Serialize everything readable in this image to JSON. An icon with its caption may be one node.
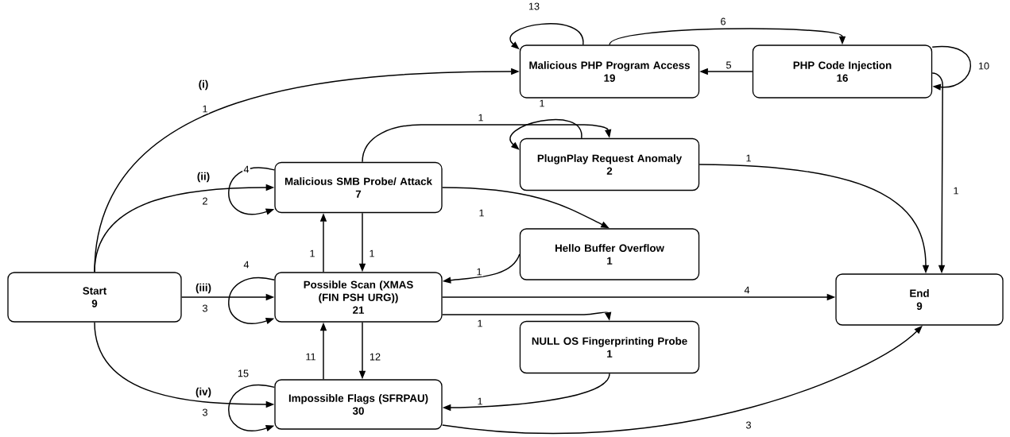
{
  "diagram": {
    "nodes": [
      {
        "text": [
          "Start",
          "9"
        ]
      },
      {
        "text": [
          "Malicious PHP Program Access",
          "19"
        ]
      },
      {
        "text": [
          "PHP Code Injection",
          "16"
        ]
      },
      {
        "text": [
          "PlugnPlay Request Anomaly",
          "2"
        ]
      },
      {
        "text": [
          "Malicious SMB Probe/ Attack",
          "7"
        ]
      },
      {
        "text": [
          "Hello Buffer Overflow",
          "1"
        ]
      },
      {
        "text": [
          "Possible Scan (XMAS (FIN PSH URG))",
          "21"
        ]
      },
      {
        "text": [
          "NULL OS Fingerprinting Probe",
          "1"
        ]
      },
      {
        "text": [
          "Impossible Flags (SFRPAU)",
          "30"
        ]
      },
      {
        "text": [
          "End",
          "9"
        ]
      }
    ],
    "edges": [
      {
        "from": 0,
        "to": 1,
        "arrow": "to",
        "label": "1"
      },
      {
        "from": 0,
        "to": 4,
        "arrow": "to",
        "label": "2"
      },
      {
        "from": 0,
        "to": 6,
        "arrow": "to",
        "label": "3"
      },
      {
        "from": 0,
        "to": 8,
        "arrow": "to",
        "label": "3"
      },
      {
        "from": 1,
        "to": 1,
        "arrow": "to",
        "label": "13"
      },
      {
        "from": 1,
        "to": 2,
        "arrow": "to",
        "label": "6"
      },
      {
        "from": 2,
        "to": 1,
        "arrow": "to",
        "label": "5"
      },
      {
        "from": 2,
        "to": 2,
        "arrow": "to",
        "label": "10"
      },
      {
        "from": 2,
        "to": 9,
        "arrow": "to",
        "label": "1"
      },
      {
        "from": 4,
        "to": 3,
        "arrow": "to",
        "label": "1"
      },
      {
        "from": 3,
        "to": 3,
        "arrow": "to",
        "label": "1"
      },
      {
        "from": 3,
        "to": 9,
        "arrow": "to",
        "label": "1"
      },
      {
        "from": 4,
        "to": 4,
        "arrow": "to",
        "label": "4"
      },
      {
        "from": 4,
        "to": 5,
        "arrow": "to",
        "label": "1"
      },
      {
        "from": 4,
        "to": 6,
        "arrow": "to",
        "label": "1"
      },
      {
        "from": 6,
        "to": 4,
        "arrow": "to",
        "label": "1"
      },
      {
        "from": 5,
        "to": 6,
        "arrow": "to",
        "label": "1"
      },
      {
        "from": 6,
        "to": 6,
        "arrow": "to",
        "label": "4"
      },
      {
        "from": 6,
        "to": 9,
        "arrow": "to",
        "label": "4"
      },
      {
        "from": 6,
        "to": 7,
        "arrow": "to",
        "label": "1"
      },
      {
        "from": 6,
        "to": 8,
        "arrow": "to",
        "label": "12"
      },
      {
        "from": 8,
        "to": 6,
        "arrow": "to",
        "label": "11"
      },
      {
        "from": 7,
        "to": 8,
        "arrow": "to",
        "label": "1"
      },
      {
        "from": 8,
        "to": 8,
        "arrow": "to",
        "label": "15"
      },
      {
        "from": 8,
        "to": 9,
        "arrow": "to",
        "label": "3"
      }
    ],
    "labels": [
      "(i)",
      "(ii)",
      "(iii)",
      "(iv)"
    ]
  }
}
